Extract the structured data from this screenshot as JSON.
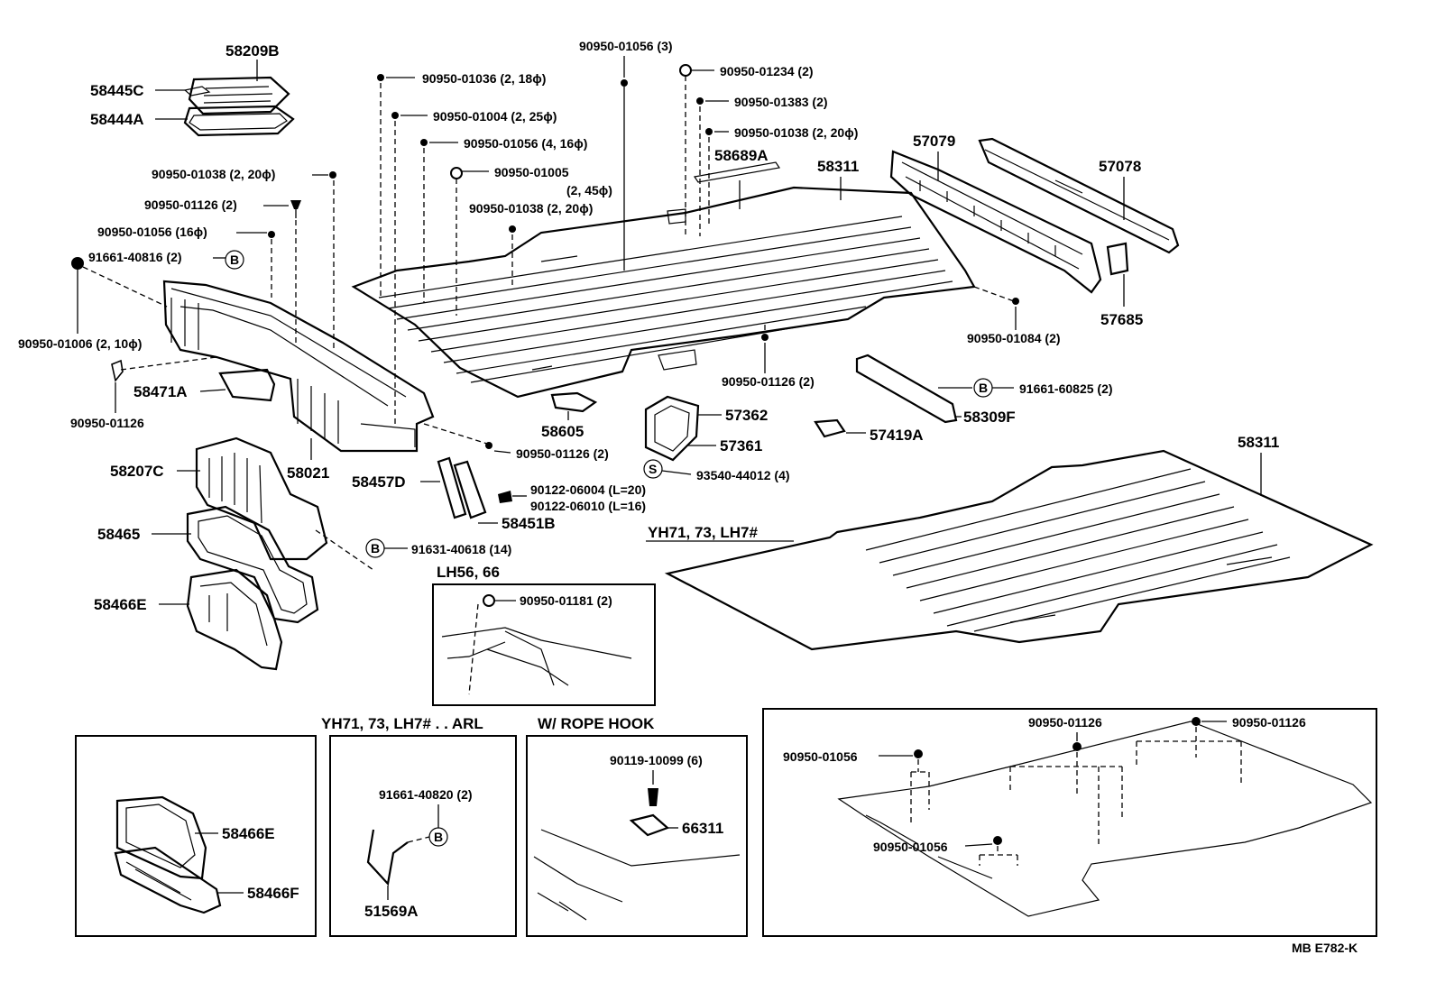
{
  "labels": {
    "p58209B": "58209B",
    "p58445C": "58445C",
    "p58444A": "58444A",
    "f_01038_a": "90950-01038 (2, 20ϕ)",
    "f_01126_a": "90950-01126 (2)",
    "f_01056_a": "90950-01056 (16ϕ)",
    "f_91661_40816": "91661-40816 (2)",
    "f_01006": "90950-01006 (2, 10ϕ)",
    "f_01126_b": "90950-01126",
    "p58471A": "58471A",
    "p58021": "58021",
    "p58207C": "58207C",
    "p58465": "58465",
    "p58466E_a": "58466E",
    "f_01036": "90950-01036 (2, 18ϕ)",
    "f_01004": "90950-01004 (2, 25ϕ)",
    "f_01056_b": "90950-01056 (4, 16ϕ)",
    "f_01005": "90950-01005",
    "f_01005_b": "(2, 45ϕ)",
    "f_01038_b": "90950-01038 (2, 20ϕ)",
    "f_01056_c": "90950-01056 (3)",
    "f_01234": "90950-01234 (2)",
    "f_01383": "90950-01383 (2)",
    "f_01038_c": "90950-01038 (2, 20ϕ)",
    "p58689A": "58689A",
    "p58311_a": "58311",
    "p57079": "57079",
    "p57078": "57078",
    "p57685": "57685",
    "f_01084": "90950-01084 (2)",
    "f_01126_c": "90950-01126 (2)",
    "f_91661_60825": "91661-60825 (2)",
    "p58309F": "58309F",
    "p57419A": "57419A",
    "p58605": "58605",
    "p57362": "57362",
    "p57361": "57361",
    "f_93540": "93540-44012 (4)",
    "f_01126_d": "90950-01126 (2)",
    "p58457D": "58457D",
    "f_90122_a": "90122-06004 (L=20)",
    "f_90122_b": "90122-06010 (L=16)",
    "p58451B": "58451B",
    "f_91631": "91631-40618 (14)",
    "p58311_b": "58311",
    "hdr_yh71": "YH71, 73, LH7#",
    "hdr_lh56": "LH56, 66",
    "f_01181": "90950-01181 (2)",
    "hdr_arl": "YH71, 73, LH7# . . ARL",
    "hdr_rope": "W/ ROPE  HOOK",
    "p58466E_b": "58466E",
    "p58466F": "58466F",
    "f_91661_40820": "91661-40820 (2)",
    "p51569A": "51569A",
    "f_90119": "90119-10099 (6)",
    "p66311": "66311",
    "f_01126_e": "90950-01126",
    "f_01126_f": "90950-01126",
    "f_01056_d": "90950-01056",
    "f_01056_e": "90950-01056",
    "mark_b": "B",
    "mark_s": "S",
    "code": "MB  E782-K"
  }
}
